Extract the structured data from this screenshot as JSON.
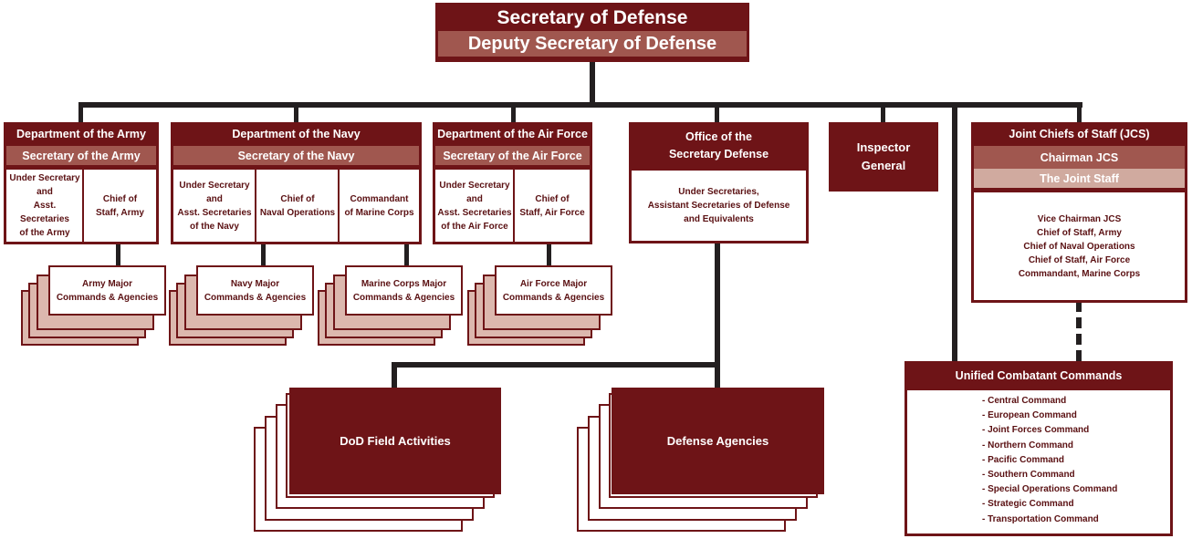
{
  "top": {
    "secdef": "Secretary of Defense",
    "depsecdef": "Deputy Secretary of Defense"
  },
  "army": {
    "title": "Department of the Army",
    "secretary": "Secretary of the Army",
    "cells": [
      "Under Secretary\nand\nAsst. Secretaries\nof the Army",
      "Chief of\nStaff, Army"
    ],
    "commands": "Army Major\nCommands & Agencies"
  },
  "navy": {
    "title": "Department of the Navy",
    "secretary": "Secretary of the Navy",
    "cells": [
      "Under Secretary\nand\nAsst. Secretaries\nof the Navy",
      "Chief of\nNaval Operations",
      "Commandant\nof Marine Corps"
    ],
    "commands": "Navy Major\nCommands & Agencies",
    "marine_commands": "Marine Corps Major\nCommands & Agencies"
  },
  "airforce": {
    "title": "Department of the Air Force",
    "secretary": "Secretary of the Air Force",
    "cells": [
      "Under Secretary\nand\nAsst. Secretaries\nof the Air Force",
      "Chief of\nStaff, Air Force"
    ],
    "commands": "Air Force Major\nCommands & Agencies"
  },
  "osd": {
    "title": "Office of the\nSecretary Defense",
    "body": "Under Secretaries,\nAssistant Secretaries of Defense\nand Equivalents"
  },
  "ig": {
    "title": "Inspector\nGeneral"
  },
  "jcs": {
    "title": "Joint Chiefs of Staff (JCS)",
    "chairman": "Chairman JCS",
    "staff": "The Joint Staff",
    "body": "Vice Chairman JCS\nChief of Staff, Army\nChief of Naval Operations\nChief of Staff, Air Force\nCommandant, Marine Corps"
  },
  "field": {
    "label": "DoD Field Activities"
  },
  "agencies": {
    "label": "Defense Agencies"
  },
  "ucc": {
    "title": "Unified Combatant Commands",
    "items": [
      "- Central Command",
      "- European Command",
      "- Joint Forces Command",
      "- Northern Command",
      "- Pacific Command",
      "- Southern Command",
      "- Special Operations Command",
      "- Strategic Command",
      "- Transportation Command"
    ]
  },
  "colors": {
    "dark": "#6e1417",
    "mid": "#a0574f",
    "light": "#d0aa9f",
    "connector": "#231f20"
  }
}
